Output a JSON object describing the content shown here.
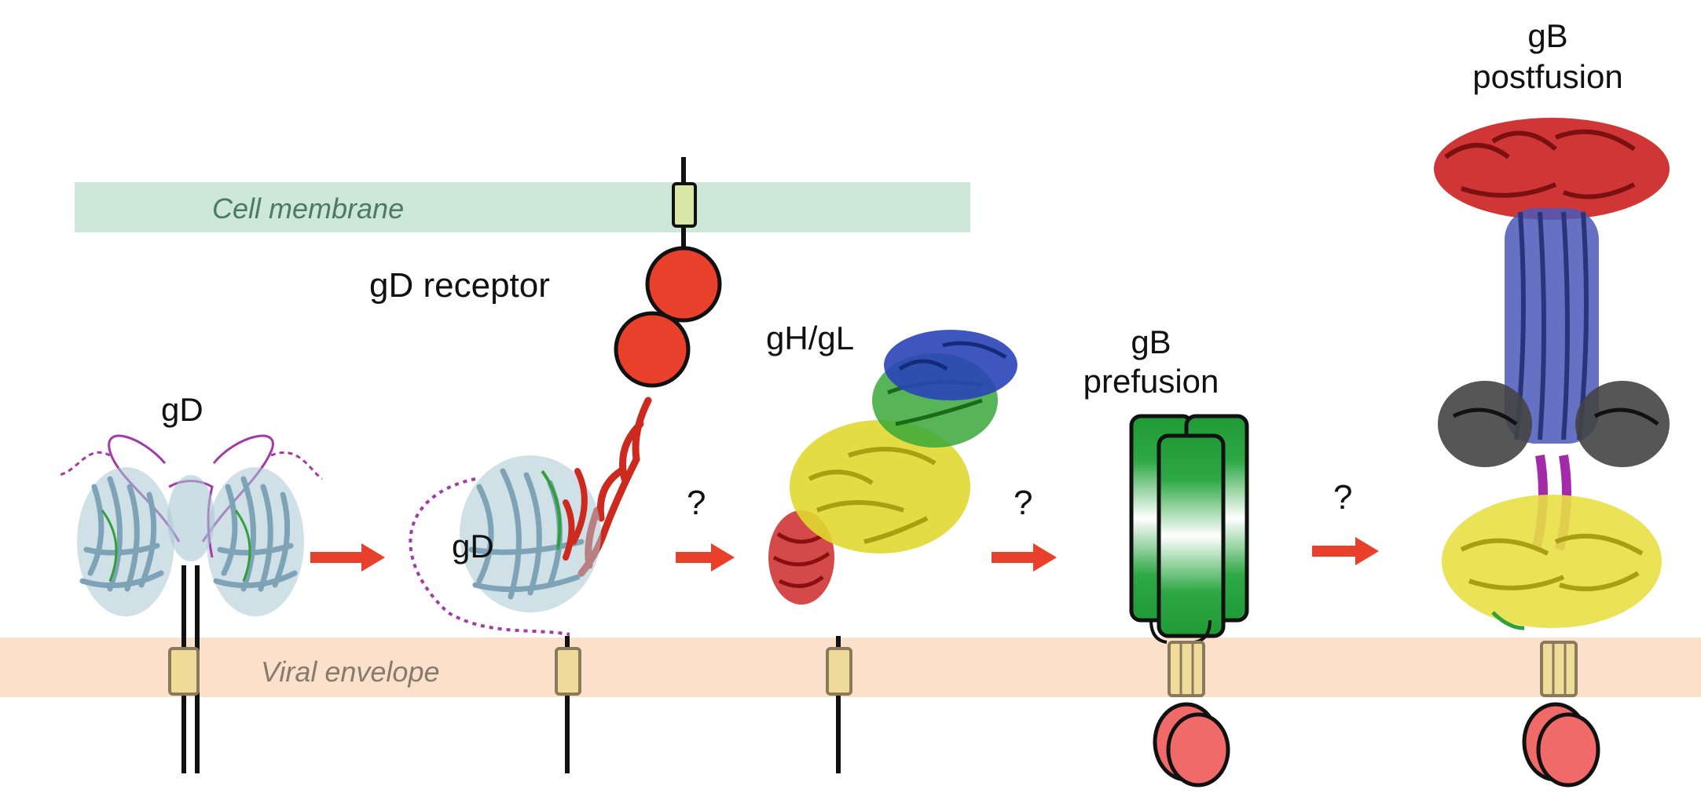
{
  "membranes": {
    "cell": {
      "label": "Cell membrane",
      "color": "#cde8d8",
      "text_color": "#4f7a62"
    },
    "viral": {
      "label": "Viral envelope",
      "color": "#fbe1cc",
      "text_color": "#8a7a6c"
    }
  },
  "labels": {
    "gd_left": "gD",
    "gd_receptor": "gD receptor",
    "gd_bound": "gD",
    "gh_gl": "gH/gL",
    "gb_prefusion_1": "gB",
    "gb_prefusion_2": "prefusion",
    "gb_postfusion_1": "gB",
    "gb_postfusion_2": "postfusion",
    "question_1": "?",
    "question_2": "?",
    "question_3": "?"
  },
  "colors": {
    "arrow": "#e8402a",
    "receptor": "#e8402a",
    "gd_protein": "#a9c6d4",
    "linker": "#a23aa8",
    "tm_fill": "#f0dc9a",
    "tm_stroke": "#8a7a5c",
    "gb_green": "#1f9a35",
    "gb_yellow": "#e8e045",
    "gb_blue": "#4a58b8",
    "gb_red": "#cc2020",
    "gb_gray": "#444444",
    "gh_yellow": "#e0d830",
    "gh_red": "#cc2a2a",
    "gh_blue": "#2a44b8",
    "gh_green": "#3aa83a",
    "cytotail": "#f06a6a"
  }
}
